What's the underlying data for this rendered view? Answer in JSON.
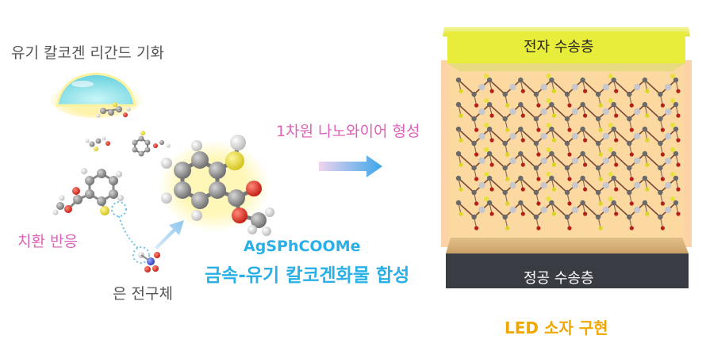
{
  "labels": {
    "vaporization": "유기 칼코겐 리간드 기화",
    "substitution": "치환 반응",
    "precursor": "은 전구체",
    "compound": "AgSPhCOOMe",
    "synthesis": "금속-유기 칼코겐화물 합성",
    "nanowire": "1차원 나노와이어 형성",
    "led": "LED 소자 구현"
  },
  "device": {
    "top_layer": "전자 수송층",
    "bottom_layer": "정공 수송층"
  },
  "colors": {
    "pink_text": "#e060b8",
    "blue_text": "#2ab0e6",
    "gold_text": "#f0a800",
    "etl_layer": "#e8ec3a",
    "htl_layer": "#3a3c44",
    "active_layer": "#fbd9a0"
  }
}
